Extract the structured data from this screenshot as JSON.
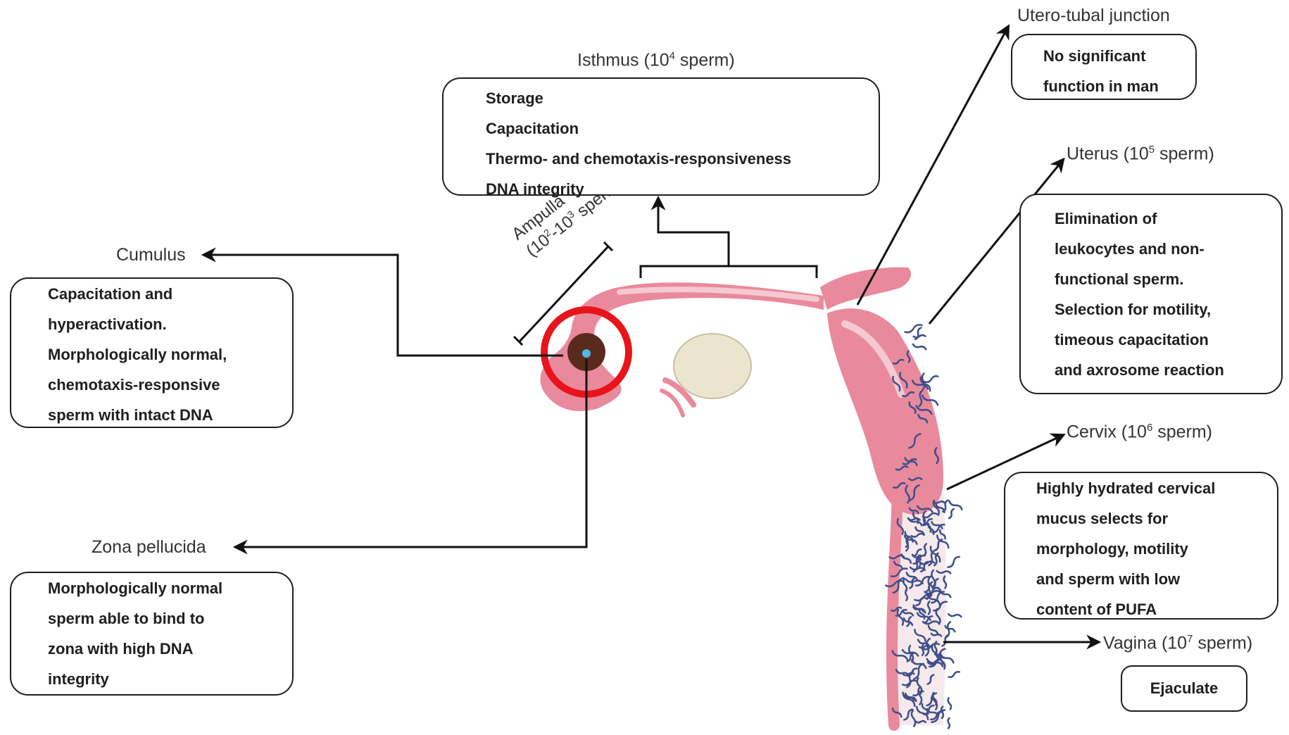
{
  "colors": {
    "tract": "#e98a9c",
    "tract_light": "#f5c9d1",
    "ovary": "#ebe5cf",
    "arrow": "#111111",
    "highlight_ring": "#e8141b",
    "oocyte": "#5a2a1c",
    "sperm": "#3f4f8a",
    "box_border": "#1e1e1e"
  },
  "regions": [
    {
      "id": "isthmus",
      "name": "Isthmus",
      "count": "(10",
      "exp": "4",
      "count_tail": " sperm)",
      "items": [
        "Storage",
        "Capacitation",
        "Thermo- and chemotaxis-responsiveness",
        "DNA integrity"
      ]
    },
    {
      "id": "utero-tubal",
      "name": "Utero-tubal junction",
      "items": [
        "No significant",
        "function in man"
      ]
    },
    {
      "id": "uterus",
      "name": "Uterus",
      "count": "(10",
      "exp": "5",
      "count_tail": " sperm)",
      "items": [
        "Elimination of",
        "leukocytes and non-",
        "functional sperm.",
        "Selection for motility,",
        "timeous capacitation",
        "and axrosome reaction"
      ]
    },
    {
      "id": "cervix",
      "name": "Cervix",
      "count": "(10",
      "exp": "6",
      "count_tail": " sperm)",
      "items": [
        "Highly hydrated cervical",
        "mucus selects for",
        "morphology, motility",
        "and sperm with low",
        "content of PUFA"
      ]
    },
    {
      "id": "vagina",
      "name": "Vagina",
      "count": "(10",
      "exp": "7",
      "count_tail": " sperm)",
      "items": [
        "Ejaculate"
      ]
    },
    {
      "id": "cumulus",
      "name": "Cumulus",
      "items": [
        "Capacitation and",
        "hyperactivation.",
        "Morphologically normal,",
        "chemotaxis-responsive",
        "sperm with intact DNA"
      ]
    },
    {
      "id": "zona",
      "name": "Zona pellucida",
      "items": [
        "Morphologically normal",
        "sperm able to bind to",
        "zona with high DNA",
        "integrity"
      ]
    }
  ],
  "ampulla": {
    "name": "Ampulla",
    "count_a": "(10",
    "exp_a": "2",
    "count_b": "-10",
    "exp_b": "3",
    "count_tail": " sperm)"
  }
}
